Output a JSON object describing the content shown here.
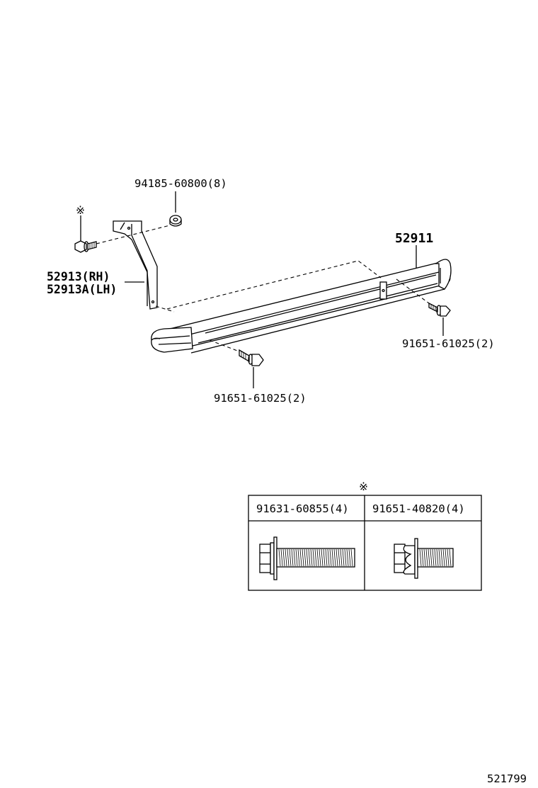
{
  "callouts": {
    "nut_94185": "94185-60800(8)",
    "rail_52911": "52911",
    "bracket_rh": "52913(RH)",
    "bracket_lh": "52913A(LH)",
    "bolt_right": "91651-61025(2)",
    "bolt_bottom": "91651-61025(2)",
    "ref_mark_top": "※",
    "ref_mark_table": "※"
  },
  "table": {
    "col1_header": "91631-60855(4)",
    "col2_header": "91651-40820(4)"
  },
  "footer": {
    "figure_number": "521799"
  }
}
